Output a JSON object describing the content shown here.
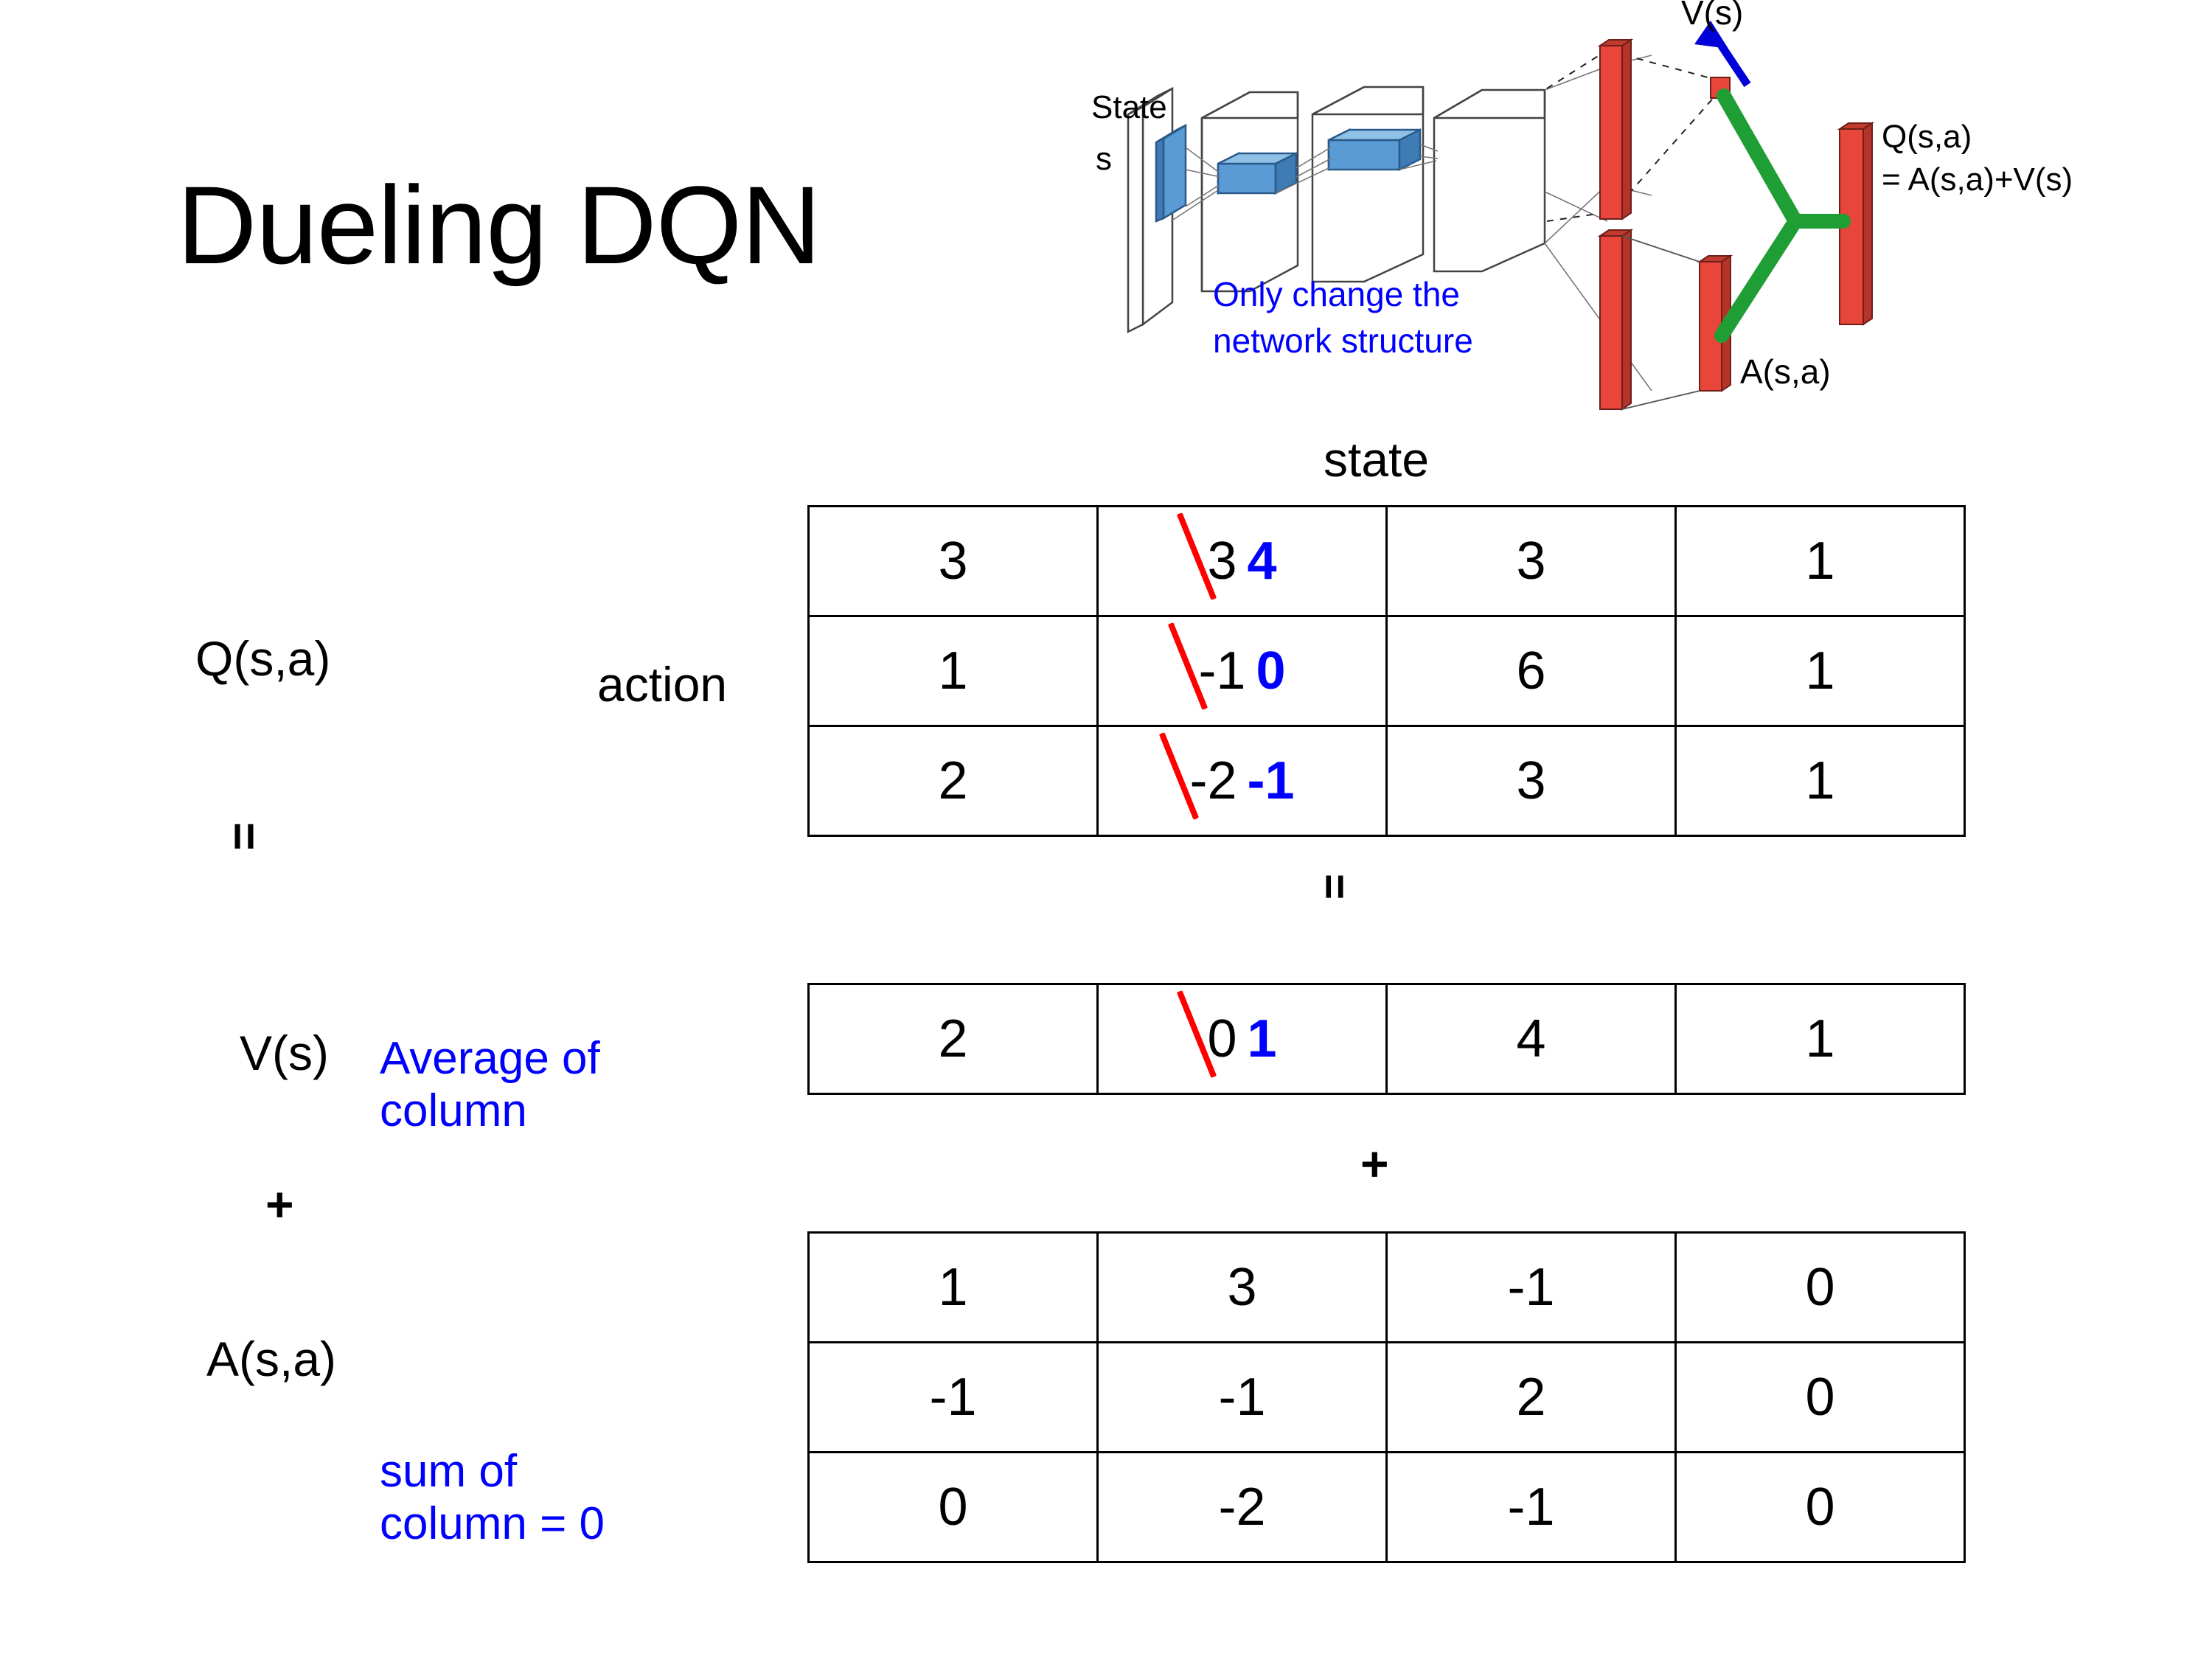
{
  "title": "Dueling DQN",
  "colors": {
    "accent_blue": "#0000ff",
    "strike_red": "#ff0000",
    "value_red": "#e8463a",
    "layer_blue": "#5b9bd5",
    "arrow_green": "#1e9e34",
    "text_black": "#000000"
  },
  "diagram": {
    "state_label_line1": "State",
    "state_label_line2": "s",
    "note": "Only change the\nnetwork structure",
    "note_line1": "Only change the",
    "note_line2": "network structure",
    "v_output": "V(s)",
    "a_output": "A(s,a)",
    "q_output_line1": "Q(s,a)",
    "q_output_line2": "= A(s,a)+V(s)"
  },
  "labels": {
    "q_table": "Q(s,a)",
    "v_table": "V(s)",
    "a_table": "A(s,a)",
    "action_axis": "action",
    "state_axis": "state",
    "equals_left": "=",
    "plus_left": "+",
    "equals_mid": "=",
    "plus_mid": "+",
    "note_average_line1": "Average of",
    "note_average_line2": "column",
    "note_sum_line1": "sum of",
    "note_sum_line2": "column = 0"
  },
  "chart_data": {
    "type": "table",
    "title": "Dueling DQN decomposition Q(s,a) = V(s) + A(s,a)",
    "xlabel": "state",
    "ylabel": "action",
    "tables": [
      {
        "name": "Q(s,a)",
        "rows": 3,
        "cols": 4,
        "values": [
          [
            "3",
            "3",
            "3",
            "1"
          ],
          [
            "1",
            "-1",
            "6",
            "1"
          ],
          [
            "2",
            "-2",
            "3",
            "1"
          ]
        ],
        "edits": [
          {
            "row": 0,
            "col": 1,
            "old": "3",
            "new": "4"
          },
          {
            "row": 1,
            "col": 1,
            "old": "-1",
            "new": "0"
          },
          {
            "row": 2,
            "col": 1,
            "old": "-2",
            "new": "-1"
          }
        ]
      },
      {
        "name": "V(s)",
        "rows": 1,
        "cols": 4,
        "values": [
          [
            "2",
            "0",
            "4",
            "1"
          ]
        ],
        "edits": [
          {
            "row": 0,
            "col": 1,
            "old": "0",
            "new": "1"
          }
        ]
      },
      {
        "name": "A(s,a)",
        "rows": 3,
        "cols": 4,
        "values": [
          [
            "1",
            "3",
            "-1",
            "0"
          ],
          [
            "-1",
            "-1",
            "2",
            "0"
          ],
          [
            "0",
            "-2",
            "-1",
            "0"
          ]
        ],
        "edits": []
      }
    ]
  }
}
